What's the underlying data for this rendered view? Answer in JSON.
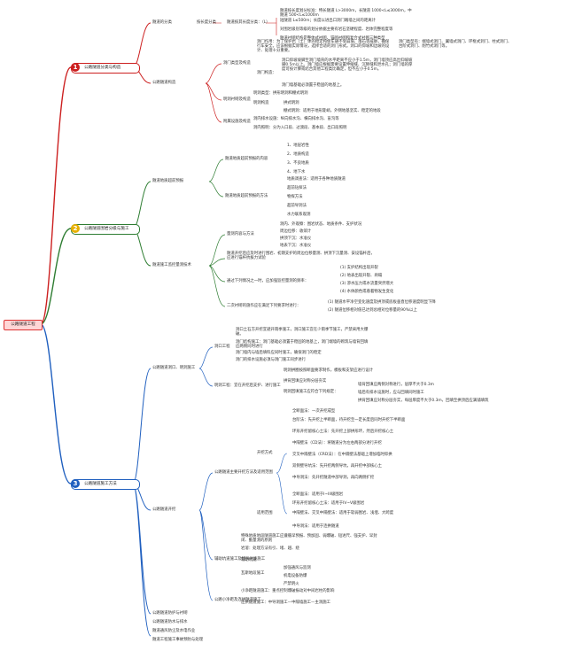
{
  "root": "公路隧道工程",
  "colors": {
    "branch_red": "#cc1f1f",
    "branch_green": "#2e7d32",
    "branch_blue": "#1f5fbf",
    "num_yellow": "#e8b000"
  },
  "b1": {
    "num": "1",
    "title": "公路隧道分类与构造",
    "classification": "隧道的分类",
    "class_by_length": "按长度分类",
    "class_desc": "隧道按其长度分类：（L）",
    "class_notes": [
      "隧道按长度划分标准：特长隧道 L>3000m，长隧道 1000<L≤3000m，中隧道 500<L≤1000m",
      "短隧道 L≤500m；长度以进出口洞门端墙之间的距离计",
      "对围岩级别等级的划分依据主要有岩石坚硬程度、岩体完整程度等",
      "隧道衬砌结构是整体式衬砌、锚喷衬砌和复合式衬砌三种类型"
    ],
    "structure": "公路隧道构造",
    "portal": "洞门类型及构造",
    "portal_desc": "洞门作用：为了保护岩（土）体的稳定和使车辆不受崩塌、落石等威胁，确保行车安全。应该根据实际情况，选择合适的洞门形式。洞口的仰坡和边坡的设计、处理十分重要。",
    "portal_types": "洞门类型有：端墙式洞门、翼墙式洞门、环框式洞门、柱式洞门、台阶式洞门、削竹式洞门等。",
    "portal_build_label": "洞门构造：",
    "portal_build": "洞口仰坡坡脚至洞门墙背的水平距离不应小于1.5m，洞门墙顶应高出仰坡坡脚0.5m以上。洞门墙应根据需要设置伸缩缝、沉降缝和泄水孔；洞门墙的厚度可按计算或结合其他工程类比确定，但不应小于0.5m。",
    "portal_foundation": "洞门墙基础必须置于稳固的地基上。",
    "lining": "明洞衬砌及构造",
    "lining_type": "明洞类型：拱形明洞和棚式明洞",
    "lining_items": [
      "明洞构造",
      "拱式明洞",
      "棚式明洞：适用于地形陡峭，外侧地基坚实、稳定的地段"
    ],
    "auxiliary": "附属设施及构造",
    "aux_items": [
      "洞内排水设施：纵向排水沟、横向排水沟、盲沟等",
      "洞内照明：分为入口段、过渡段、基本段、出口段照明"
    ]
  },
  "b2": {
    "num": "2",
    "title": "公路隧道围岩分级与施工",
    "grading": "隧道地质超前预报",
    "grading_children": [
      "隧道地质超前预报的内容",
      "隧道地质超前预报的方法"
    ],
    "forecast_items": [
      "1、地层岩性",
      "2、地质构造",
      "3、不良地质",
      "4、地下水"
    ],
    "method_items": [
      "地质调查法：适用于各种地质隧道",
      "超前钻探法",
      "物探方法",
      "超前导洞法",
      "水力联系观测"
    ],
    "measure": "隧道施工监控量测技术",
    "measure_children": [
      "量测内容与方法",
      "隧道开挖后应及时进行围岩、初期支护的周边位移量测、拱顶下沉量测、安设锚杆后，应进行锚杆抗拔力试验",
      "通过下列情况之一时，应加强监控量测的频率：",
      "二次衬砌的施作应在满足下列要求时进行："
    ],
    "measure_items": [
      "洞内、外观察：围岩状态、地质条件、支护状况",
      "周边位移：收敛计",
      "拱顶下沉：水准仪",
      "地表下沉：水准仪"
    ],
    "freq_items": [
      "(1) 支护结构出现开裂",
      "(2) 地表出现开裂、坍塌",
      "(3) 渗水压力或水流量突然增大",
      "(4) 水体颜色或悬着物发生变化"
    ],
    "lining_cond": [
      "(1) 隧道水平净空变化速度及拱顶或底板垂直位移速度明显下降",
      "(2) 隧道位移相对值已达到总相对位移量的90%以上"
    ]
  },
  "b3": {
    "num": "3",
    "title": "公路隧道施工方法",
    "sub1": "公路隧道洞口、明洞施工",
    "portal_work": "洞口工程",
    "portal_work_desc": "洞口土石方开挖宜避开雨季施工，洞口施工宜在少雨季节施工，严禁采用大爆破。",
    "portal_work_items": [
      "洞门结构施工：洞门基础必须置于稳固的地基上，洞门端墙的砌筑与墙背回填应两侧同时进行",
      "洞门墙内与墙后填料应同时施工，确保洞门的稳定",
      "洞门的排水设施必须与洞门施工同步进行"
    ],
    "open_cut": "明洞工程：宜在开挖后支护、进行施工",
    "open_cut_items": [
      "明洞拱圈按照断面要求制作，模板和支架应进行设计",
      "拱背回填应对称分层夯实",
      "明洞回填施工应符合下列规定："
    ],
    "backfill_items": [
      "墙背回填应两侧对称进行，层厚不大于0.3m",
      "墙后有排水设施时，应与回填同时施工",
      "拱背回填应对称分层夯实，每层厚度不大于0.3m，回填至拱顶后应满铺填筑"
    ],
    "sub2": "公路隧道开挖",
    "excavate": "公路隧道主要开挖方法及适用范围",
    "method_label": "开挖方式",
    "methods": [
      "全断面法：一次开挖成型",
      "台阶法：先开挖上半断面，待开挖至一定长度后同时开挖下半断面",
      "环形开挖留核心土法：先开挖上部拱形环，然后开挖核心土",
      "中隔壁法（CD法）：将隧道分为左右两部分进行开挖",
      "交叉中隔壁法（CRD法）：在中隔壁法基础上增加临时仰拱",
      "双侧壁导坑法：先开挖两侧导坑，再开挖中部核心土",
      "中导洞法：先开挖隧道中部导洞，再向两侧扩挖"
    ],
    "range_label": "适用范围",
    "ranges": [
      "全断面法：适用于I~III级围岩",
      "环形开挖留核心土法：适用于IV~V级围岩",
      "中隔壁法、交叉中隔壁法：适用于软弱围岩、浅埋、大跨度",
      "中导洞法：适用于连拱隧道"
    ],
    "special": "辅助坑道施工及特殊地质施工",
    "special_items": [
      "特殊地质地段隧道施工应遵循早预报、预加固、弱爆破、短进尺、强支护、早封闭、勤量测的原则",
      "岩溶：处理方法有引、堵、越、绕",
      "辅助坑道",
      "瓦斯地段施工"
    ],
    "gas_items": [
      "加强通风与监测",
      "机电设备防爆",
      "严禁明火"
    ],
    "small": "公路小净距及连拱隧道施工",
    "small_items": [
      "小净距隧道施工：重点控制爆破振动对中间岩柱的影响",
      "连拱隧道施工：中导洞施工—中隔墙施工—主洞施工"
    ],
    "tails": [
      "公路隧道防护与衬砌",
      "公路隧道防水与排水",
      "隧道通风防尘及水电作业",
      "隧道工程施工事故预防与处理"
    ]
  }
}
